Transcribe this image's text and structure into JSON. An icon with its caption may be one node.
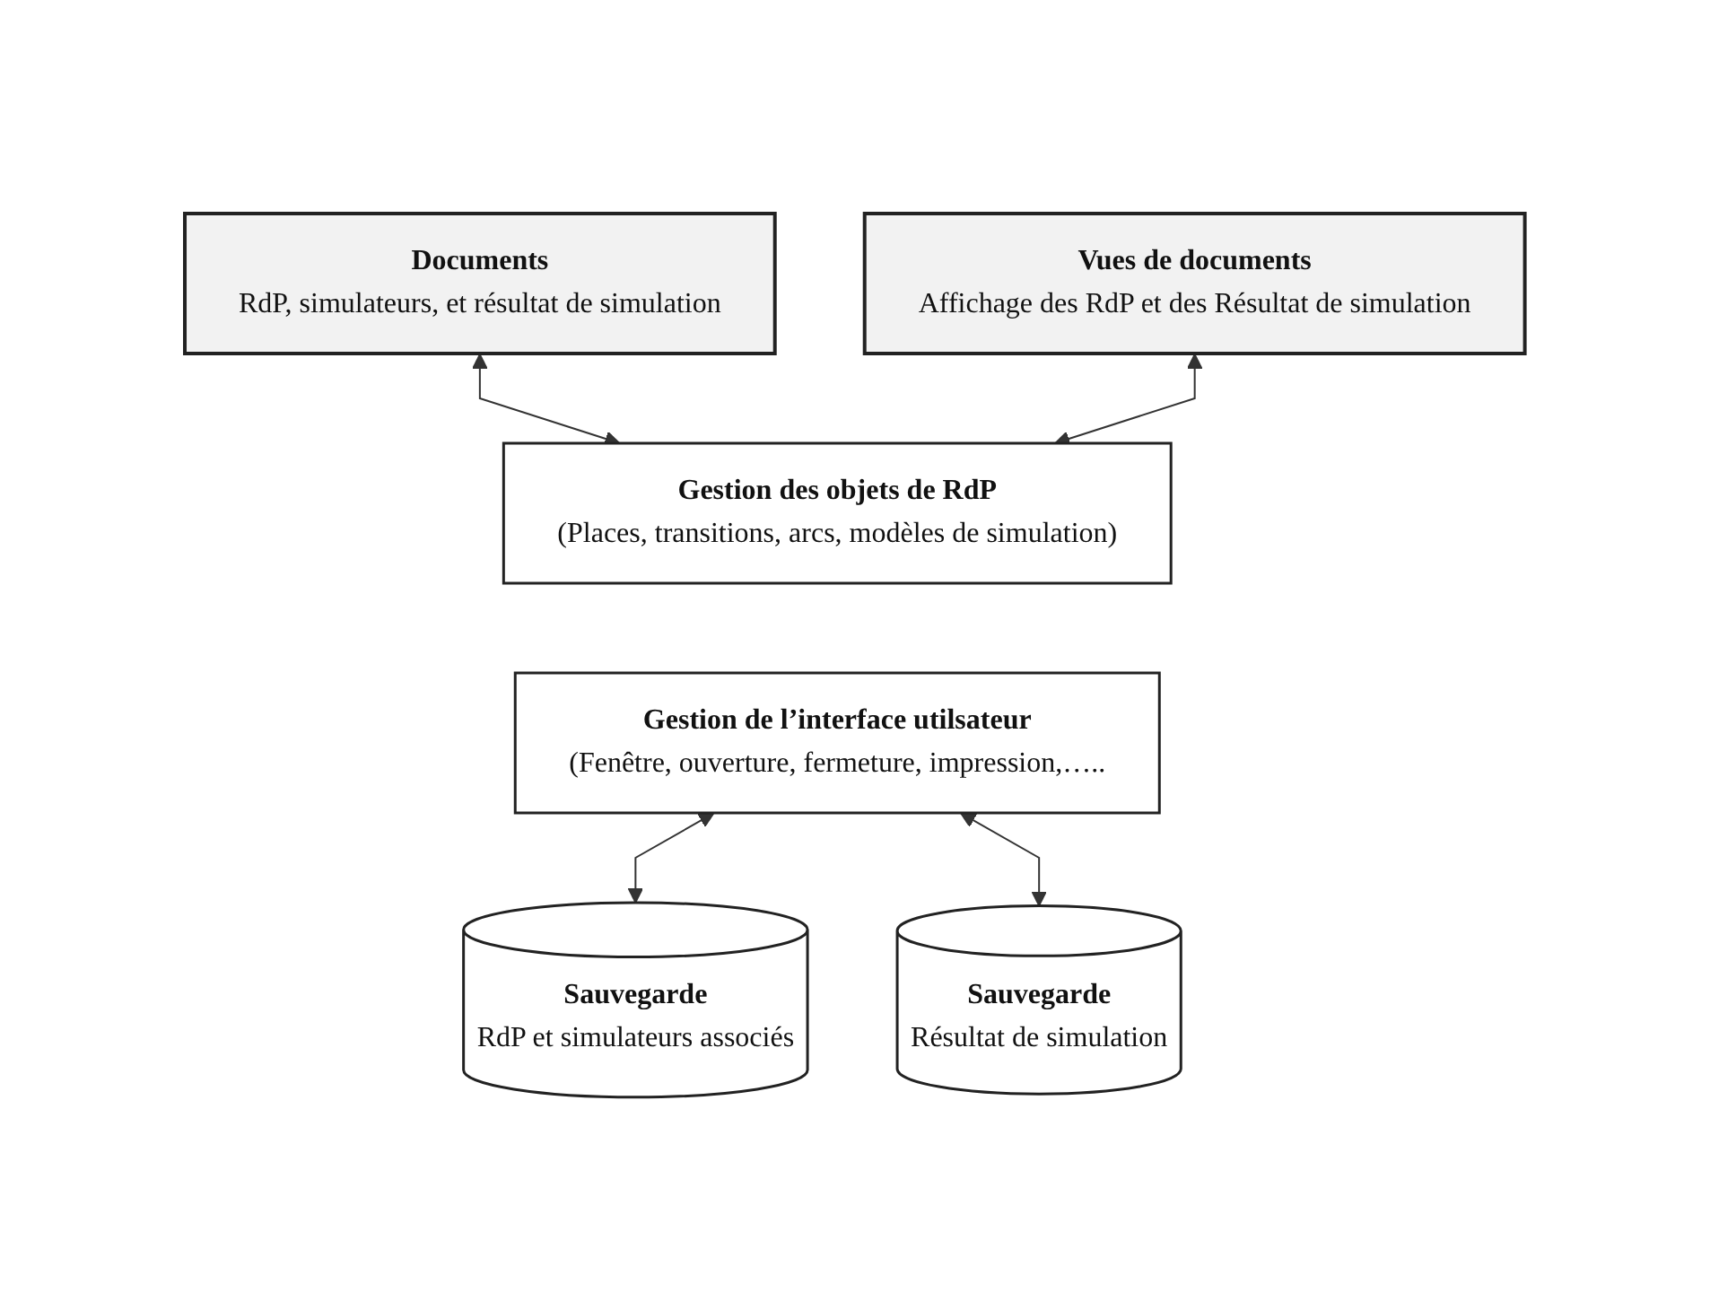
{
  "diagram": {
    "nodes": [
      {
        "text": [
          "Documents",
          "RdP, simulateurs, et résultat de simulation"
        ]
      },
      {
        "text": [
          "Vues de documents",
          "Affichage des RdP et des Résultat de simulation"
        ]
      },
      {
        "text": [
          "Gestion des objets de RdP",
          "(Places, transitions, arcs, modèles de simulation)"
        ]
      },
      {
        "text": [
          "Gestion de l’interface utilsateur",
          "(Fenêtre, ouverture, fermeture, impression,….."
        ]
      },
      {
        "text": [
          "Sauvegarde",
          "RdP et simulateurs associés"
        ]
      },
      {
        "text": [
          "Sauvegarde",
          "Résultat de simulation"
        ]
      }
    ],
    "edges": [
      {
        "from": 0,
        "to": 2,
        "arrow": "both"
      },
      {
        "from": 1,
        "to": 2,
        "arrow": "both"
      },
      {
        "from": 3,
        "to": 4,
        "arrow": "both"
      },
      {
        "from": 3,
        "to": 5,
        "arrow": "both"
      }
    ]
  }
}
